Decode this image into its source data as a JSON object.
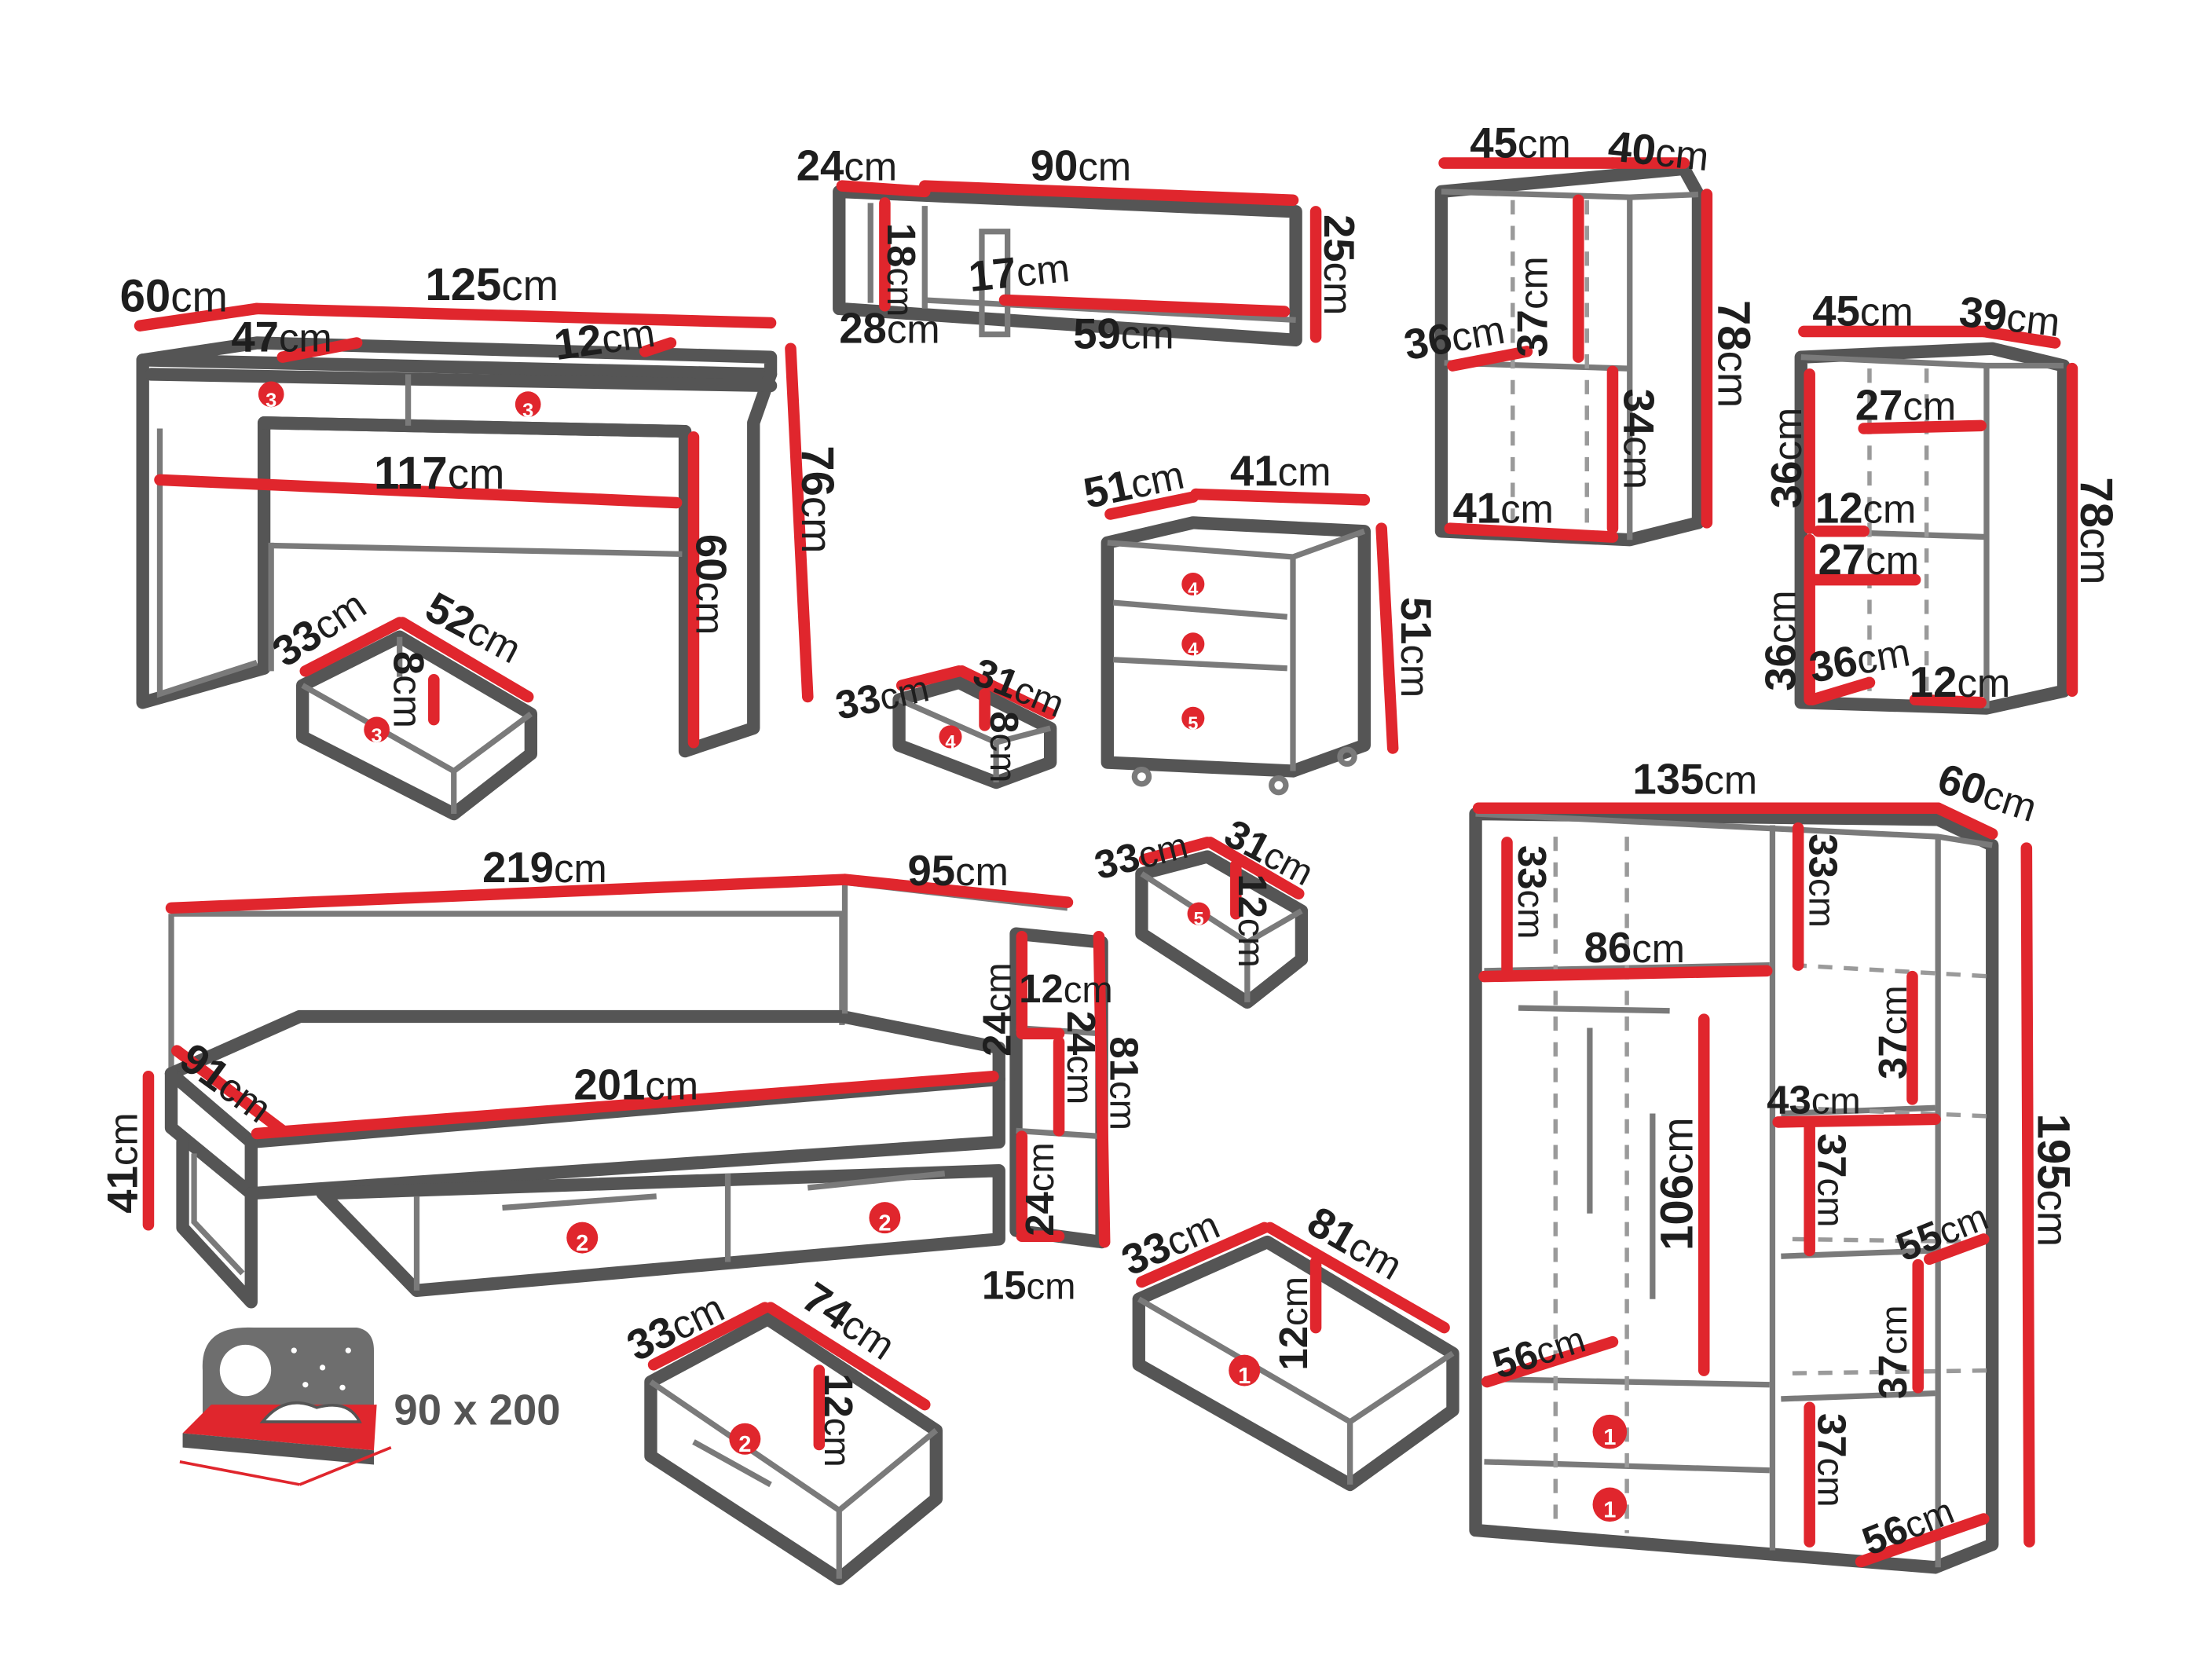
{
  "colors": {
    "accent": "#e0262d",
    "outline": "#555555",
    "text": "#1e1e1e"
  },
  "bed_size": "90 x 200",
  "unit": "cm",
  "badges": {
    "b1": "1",
    "b2": "2",
    "b3": "3",
    "b4": "4",
    "b5": "5"
  },
  "desk": {
    "depth": "60",
    "width": "125",
    "drawer_w": "47",
    "drawer_gap": "12",
    "inner_w": "117",
    "height": "76",
    "leg_h": "60"
  },
  "desk_drawer": {
    "depth": "33",
    "width": "52",
    "height": "8"
  },
  "shelf": {
    "side_d": "24",
    "width": "90",
    "side_h": "18",
    "inner_w": "17",
    "height": "25",
    "bottom_d": "28",
    "bottom_w": "59"
  },
  "cabinet1": {
    "width": "45",
    "depth": "40",
    "top_h": "37",
    "shelf_d": "36",
    "height": "78",
    "bottom_h": "34",
    "bottom_w": "41"
  },
  "cabinet2": {
    "width": "45",
    "depth": "39",
    "top_w": "27",
    "top_h": "36",
    "mid_w": "12",
    "mid2_w": "27",
    "bottom_h": "36",
    "bottom_d": "36",
    "bottom_w": "12",
    "height": "78"
  },
  "container": {
    "depth": "51",
    "width": "41",
    "height": "51"
  },
  "container_drawer4": {
    "depth": "33",
    "width": "31",
    "height": "8"
  },
  "container_drawer5": {
    "depth": "33",
    "width": "31",
    "height": "12"
  },
  "bed": {
    "length": "219",
    "depth": "95",
    "side": "91",
    "inner_len": "201",
    "height": "41",
    "shelf1_h": "24",
    "shelf_d": "12",
    "shelf2_h": "24",
    "total_h": "81",
    "shelf3_h": "24",
    "base_h": "15"
  },
  "bed_drawer_small": {
    "depth": "33",
    "width": "74",
    "height": "12"
  },
  "bed_drawer_big": {
    "depth": "33",
    "width": "81",
    "height": "12"
  },
  "wardrobe": {
    "width": "135",
    "depth": "60",
    "top_left_h": "33",
    "top_right_h": "33",
    "rail_w": "86",
    "shelf_h1": "37",
    "shelf_w": "43",
    "hang_h": "106",
    "shelf_h2": "37",
    "shelf_d1": "55",
    "shelf_h3": "37",
    "drawer_d": "56",
    "shelf_h4": "37",
    "bottom_d": "56",
    "height": "195"
  }
}
